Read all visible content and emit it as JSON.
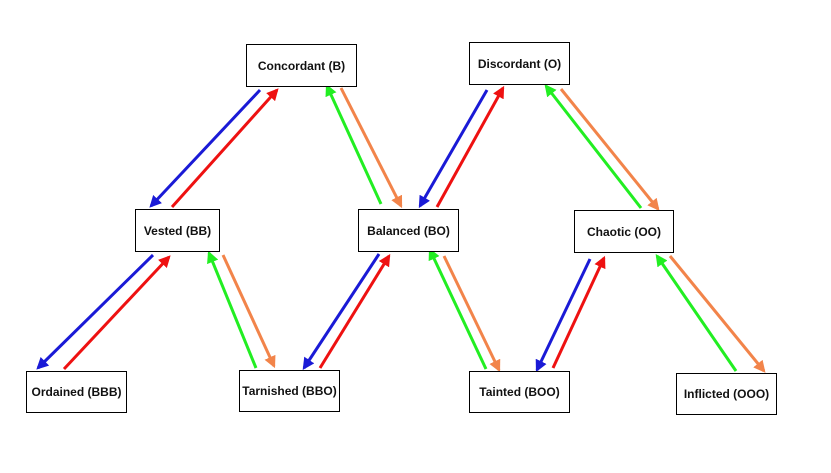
{
  "colors": {
    "blue": "#1a1ad6",
    "red": "#ee1111",
    "green": "#22ee22",
    "orange": "#f2844a",
    "node_border": "#000000",
    "background": "#ffffff"
  },
  "nodes": {
    "concordant": "Concordant (B)",
    "discordant": "Discordant (O)",
    "vested": "Vested (BB)",
    "balanced": "Balanced (BO)",
    "chaotic": "Chaotic (OO)",
    "ordained": "Ordained (BBB)",
    "tarnished": "Tarnished (BBO)",
    "tainted": "Tainted (BOO)",
    "inflicted": "Inflicted (OOO)"
  },
  "edges": [
    {
      "from": "concordant",
      "to": "vested",
      "color": "blue"
    },
    {
      "from": "vested",
      "to": "concordant",
      "color": "red"
    },
    {
      "from": "balanced",
      "to": "concordant",
      "color": "green"
    },
    {
      "from": "concordant",
      "to": "balanced",
      "color": "orange"
    },
    {
      "from": "discordant",
      "to": "balanced",
      "color": "blue"
    },
    {
      "from": "balanced",
      "to": "discordant",
      "color": "red"
    },
    {
      "from": "chaotic",
      "to": "discordant",
      "color": "green"
    },
    {
      "from": "discordant",
      "to": "chaotic",
      "color": "orange"
    },
    {
      "from": "vested",
      "to": "ordained",
      "color": "blue"
    },
    {
      "from": "ordained",
      "to": "vested",
      "color": "red"
    },
    {
      "from": "tarnished",
      "to": "vested",
      "color": "green"
    },
    {
      "from": "vested",
      "to": "tarnished",
      "color": "orange"
    },
    {
      "from": "balanced",
      "to": "tarnished",
      "color": "blue"
    },
    {
      "from": "tarnished",
      "to": "balanced",
      "color": "red"
    },
    {
      "from": "tainted",
      "to": "balanced",
      "color": "green"
    },
    {
      "from": "balanced",
      "to": "tainted",
      "color": "orange"
    },
    {
      "from": "chaotic",
      "to": "tainted",
      "color": "blue"
    },
    {
      "from": "tainted",
      "to": "chaotic",
      "color": "red"
    },
    {
      "from": "inflicted",
      "to": "chaotic",
      "color": "green"
    },
    {
      "from": "chaotic",
      "to": "inflicted",
      "color": "orange"
    }
  ]
}
